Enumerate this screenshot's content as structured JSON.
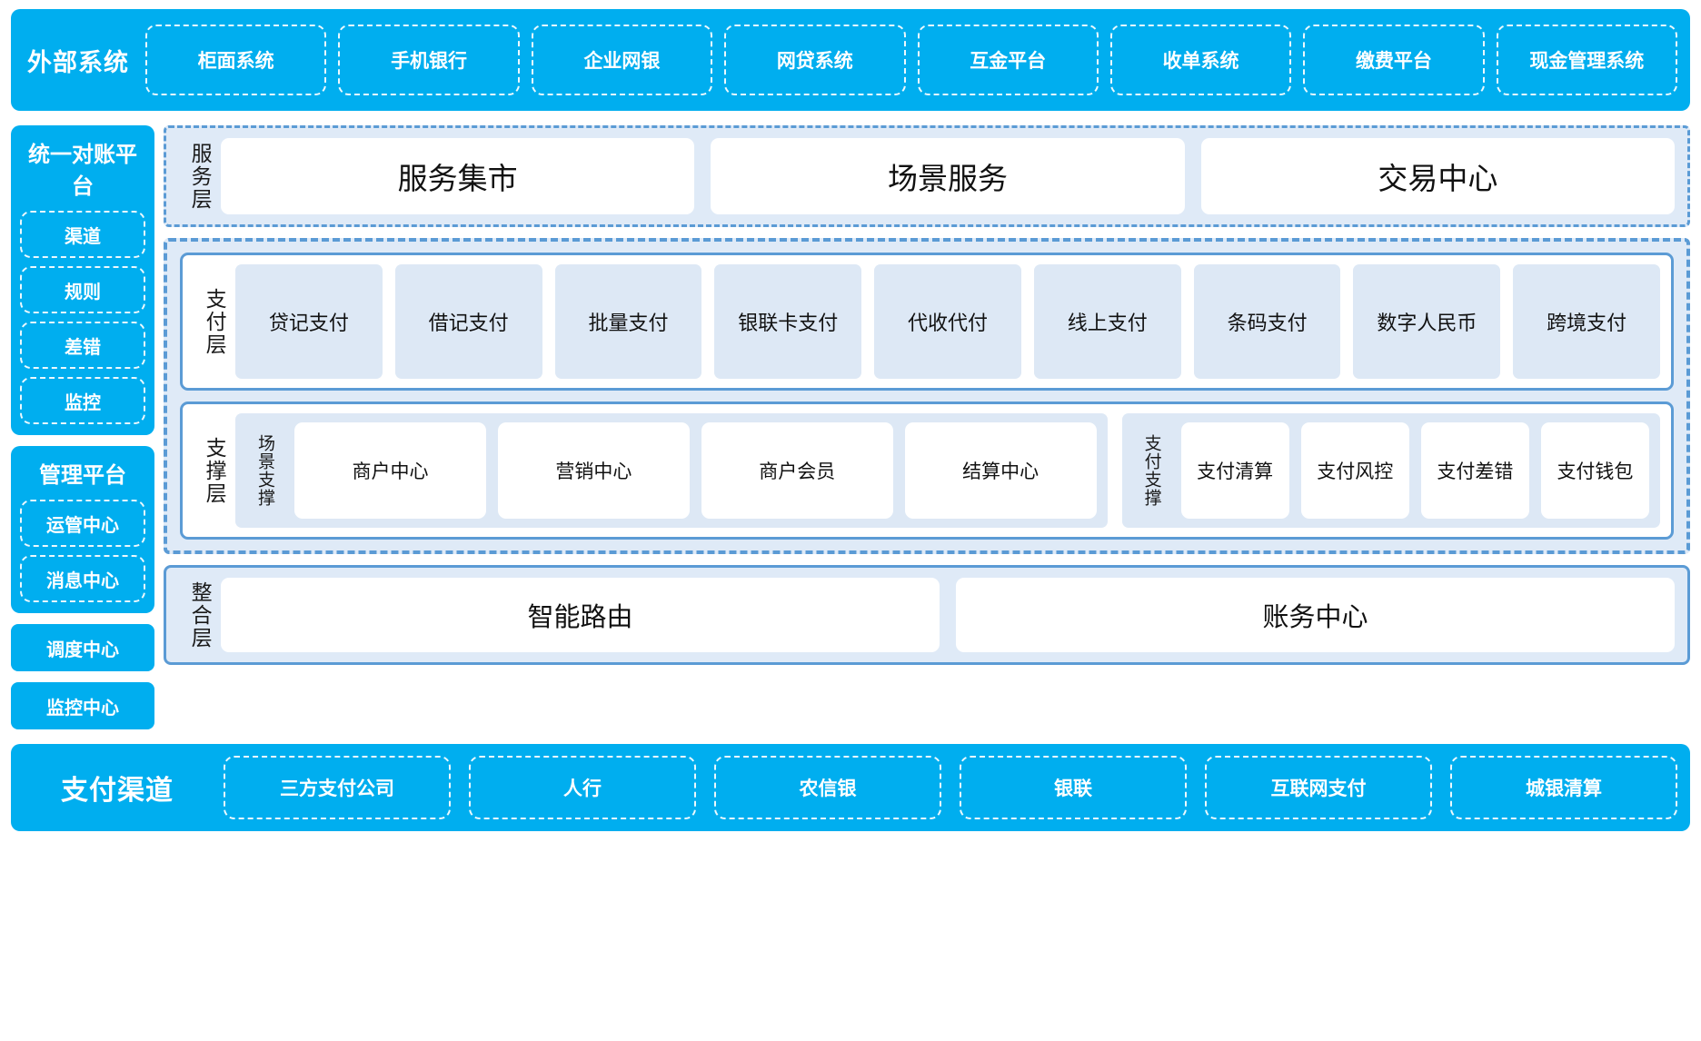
{
  "external_systems": {
    "title": "外部系统",
    "items": [
      "柜面系统",
      "手机银行",
      "企业网银",
      "网贷系统",
      "互金平台",
      "收单系统",
      "缴费平台",
      "现金管理系统"
    ]
  },
  "rail": {
    "groups": [
      {
        "title": "统一对账平台",
        "items": [
          "渠道",
          "规则",
          "差错",
          "监控"
        ]
      },
      {
        "title": "管理平台",
        "items": [
          "运管中心",
          "消息中心"
        ]
      }
    ],
    "solo": [
      "调度中心",
      "监控中心"
    ]
  },
  "service_layer": {
    "label": "服务层",
    "cards": [
      "服务集市",
      "场景服务",
      "交易中心"
    ]
  },
  "payment_layer": {
    "label": "支付层",
    "tiles": [
      "贷记支付",
      "借记支付",
      "批量支付",
      "银联卡支付",
      "代收代付",
      "线上支付",
      "条码支付",
      "数字人民币",
      "跨境支付"
    ]
  },
  "support_layer": {
    "label": "支撑层",
    "groups": [
      {
        "label": "场景支撑",
        "cells": [
          "商户中心",
          "营销中心",
          "商户会员",
          "结算中心"
        ]
      },
      {
        "label": "支付支撑",
        "cells": [
          "支付清算",
          "支付风控",
          "支付差错",
          "支付钱包"
        ]
      }
    ]
  },
  "integration_layer": {
    "label": "整合层",
    "cards": [
      "智能路由",
      "账务中心"
    ]
  },
  "payment_channels": {
    "title": "支付渠道",
    "items": [
      "三方支付公司",
      "人行",
      "农信银",
      "银联",
      "互联网支付",
      "城银清算"
    ]
  },
  "colors": {
    "brand": "#00AEEF",
    "border_blue": "#5B9BD5",
    "panel_fill": "#dfeaf7",
    "tile_fill": "#dde8f5"
  }
}
